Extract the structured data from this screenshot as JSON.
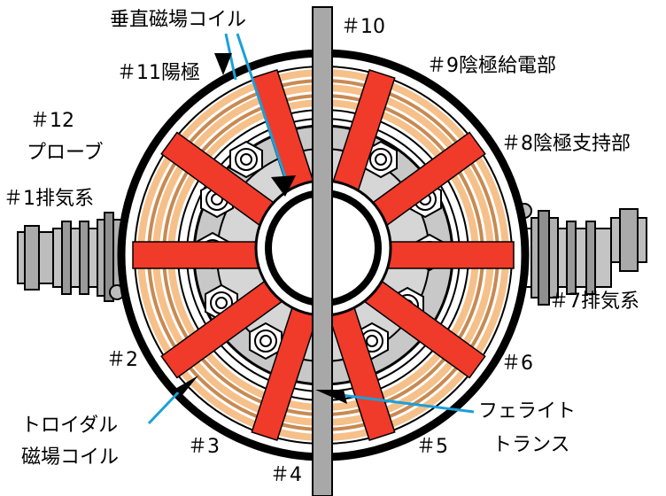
{
  "labels": {
    "vertical_coil": "垂直磁場コイル",
    "port10": "＃10",
    "port11": "＃11陽極",
    "port9": "＃9陰極給電部",
    "port12": "＃12",
    "probe": "プローブ",
    "port8": "＃8陰極支持部",
    "port1": "＃1排気系",
    "port7": "＃7排気系",
    "port2": "＃2",
    "port6": "＃6",
    "toroidal_line1": "トロイダル",
    "toroidal_line2": "磁場コイル",
    "port3": "＃3",
    "ferrite_line1": "フェライト",
    "ferrite_line2": "トランス",
    "port5": "＃5",
    "port4": "＃4"
  },
  "colors": {
    "coil_red": "#f03a2a",
    "winding_peach": "#f6c08a",
    "winding_brown": "#c88a52",
    "vessel_gray": "#c8c8c8",
    "leader_blue": "#1aa0d8"
  }
}
